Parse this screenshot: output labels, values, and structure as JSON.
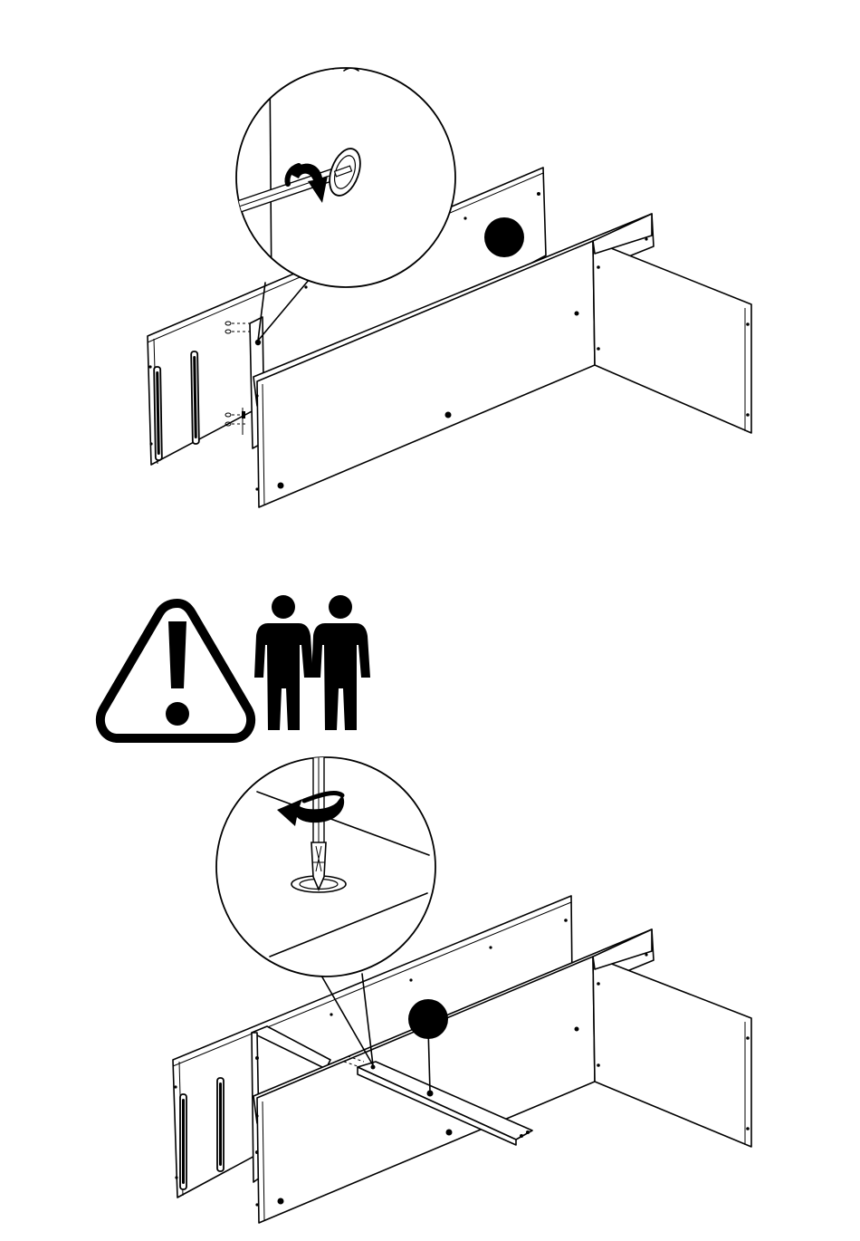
{
  "colors": {
    "ink": "#000000",
    "background": "#ffffff"
  },
  "icons": {
    "warning": "warning-triangle-icon",
    "two_person": "two-person-icon",
    "rotate_clockwise": "rotate-arrow-icon",
    "rotate_counterclockwise": "rotate-arrow-ccw-icon"
  },
  "steps": [
    {
      "name": "step-top-insert-cam-bolts",
      "callout": "magnifier",
      "marker": "filled-circle"
    },
    {
      "name": "step-bottom-attach-rail",
      "callout": "magnifier",
      "marker": "filled-circle"
    }
  ]
}
